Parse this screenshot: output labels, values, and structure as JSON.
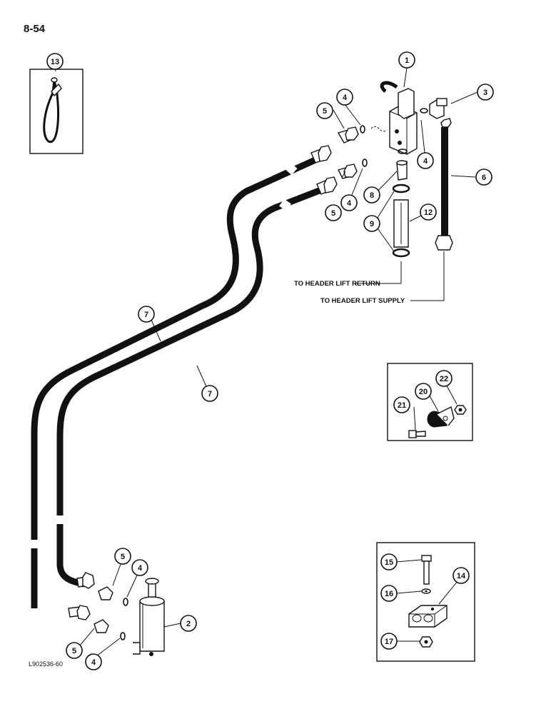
{
  "page_number": "8-54",
  "figure_id": "L902536-60",
  "labels": {
    "header_lift_return": "TO HEADER LIFT RETURN",
    "header_lift_supply": "TO HEADER LIFT SUPPLY"
  },
  "callouts": {
    "c1": "1",
    "c2": "2",
    "c3": "3",
    "c4a": "4",
    "c4b": "4",
    "c4c": "4",
    "c4d": "4",
    "c4e": "4",
    "c5a": "5",
    "c5b": "5",
    "c5c": "5",
    "c5d": "5",
    "c6": "6",
    "c7a": "7",
    "c7b": "7",
    "c8": "8",
    "c9": "9",
    "c12": "12",
    "c13": "13",
    "c14": "14",
    "c15": "15",
    "c16": "16",
    "c17": "17",
    "c20": "20",
    "c21": "21",
    "c22": "22"
  }
}
